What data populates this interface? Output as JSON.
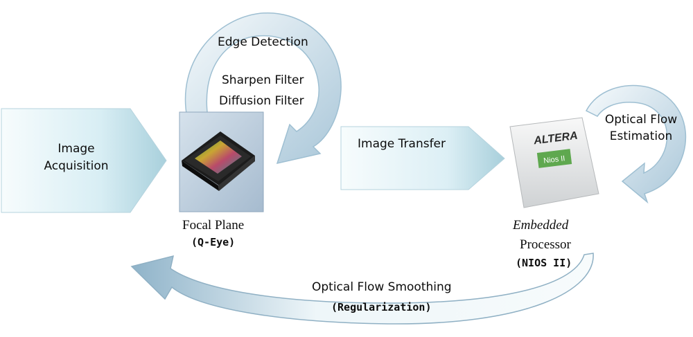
{
  "labels": {
    "image_acquisition_line1": "Image",
    "image_acquisition_line2": "Acquisition",
    "edge_detection": "Edge Detection",
    "sharpen_filter": "Sharpen Filter",
    "diffusion_filter": "Diffusion Filter",
    "image_transfer": "Image Transfer",
    "optical_flow_estimation_line1": "Optical Flow",
    "optical_flow_estimation_line2": "Estimation",
    "focal_plane": "Focal Plane",
    "q_eye": "(Q-Eye)",
    "embedded": "Embedded",
    "processor": "Processor",
    "nios_ii": "(NIOS II)",
    "optical_flow_smoothing": "Optical Flow Smoothing",
    "regularization": "(Regularization)",
    "chip_brand": "ALTERA",
    "chip_model": "Nios II"
  },
  "colors": {
    "arrow_light": "#f4fbfd",
    "arrow_dark": "#a9cedd",
    "arrow_stroke": "#9cc2d2",
    "sensor_frame": "#b3c4d4",
    "processor_chip": "#e9e9e9",
    "nios_badge": "#5fa84f"
  },
  "icons": {
    "sensor": "image-sensor-chip-icon",
    "processor": "altera-processor-chip-icon"
  }
}
